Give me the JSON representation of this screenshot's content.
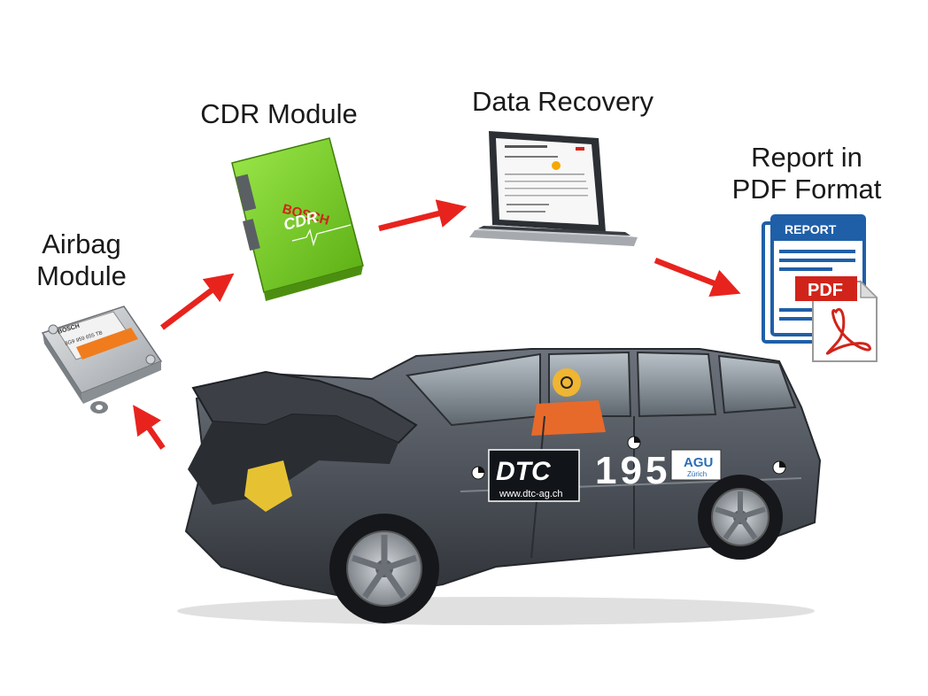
{
  "steps": {
    "airbag": {
      "line1": "Airbag",
      "line2": "Module"
    },
    "cdr": {
      "label": "CDR Module",
      "brand": "BOSCH",
      "product": "CDR"
    },
    "recovery": {
      "label": "Data Recovery"
    },
    "report": {
      "line1": "Report in",
      "line2": "PDF Format",
      "doc_header": "REPORT",
      "badge": "PDF"
    }
  },
  "car": {
    "logo": "DTC",
    "website": "www.dtc-ag.ch",
    "number": "195",
    "sponsor": "AGU",
    "sponsor_sub": "Zürich"
  },
  "airbag_unit": {
    "brand": "BOSCH",
    "part_no": "8G9 959 655 TB"
  },
  "colors": {
    "arrow": "#e8231e",
    "cdr_green": "#7ed321",
    "report_blue": "#1f5fa8",
    "pdf_red": "#d0241b",
    "car_body": "#4a4e55"
  }
}
